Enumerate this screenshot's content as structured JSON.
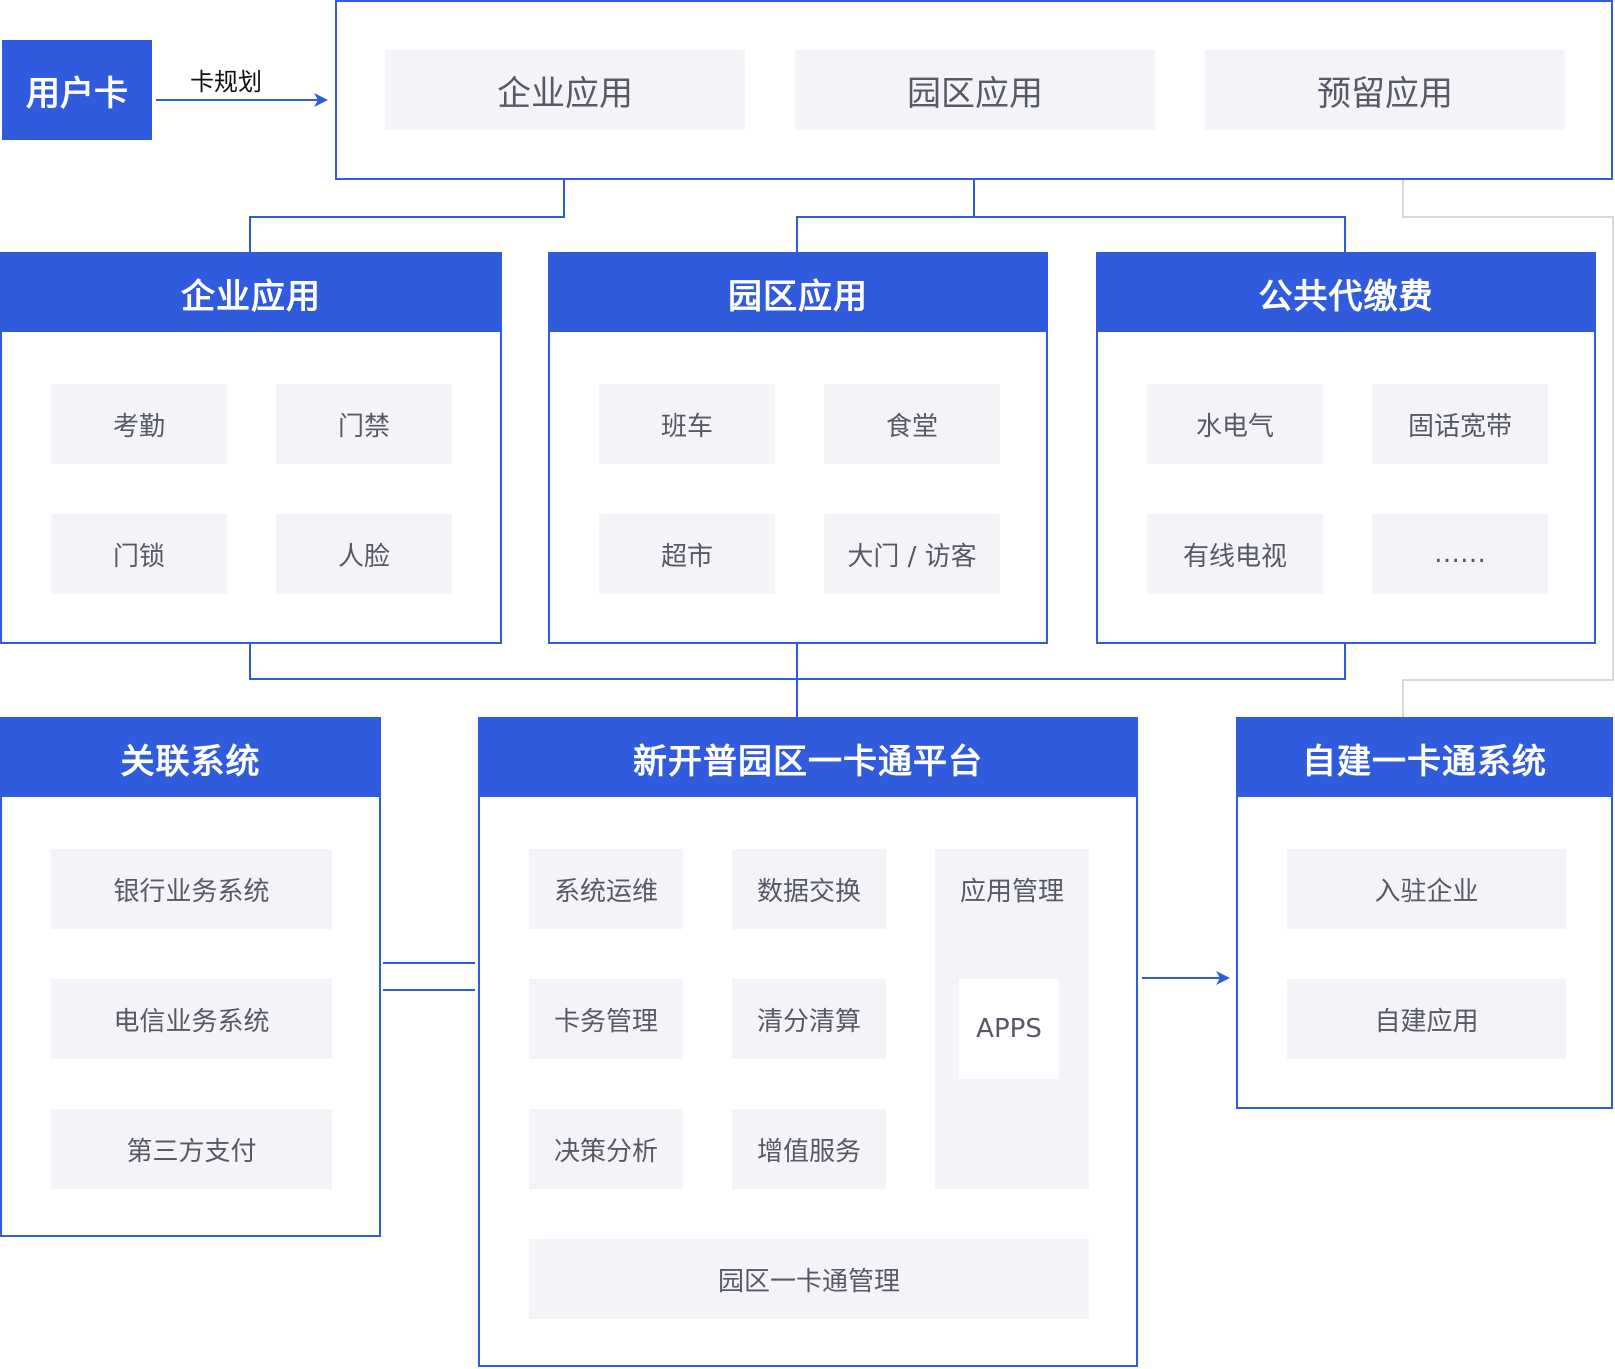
{
  "user_card": "用户卡",
  "plan_label": "卡规划",
  "top_apps": [
    "企业应用",
    "园区应用",
    "预留应用"
  ],
  "enterprise": {
    "title": "企业应用",
    "items": [
      "考勤",
      "门禁",
      "门锁",
      "人脸"
    ]
  },
  "park": {
    "title": "园区应用",
    "items": [
      "班车",
      "食堂",
      "超市",
      "大门 / 访客"
    ]
  },
  "public": {
    "title": "公共代缴费",
    "items": [
      "水电气",
      "固话宽带",
      "有线电视",
      "……"
    ]
  },
  "related": {
    "title": "关联系统",
    "items": [
      "银行业务系统",
      "电信业务系统",
      "第三方支付"
    ]
  },
  "platform": {
    "title": "新开普园区一卡通平台",
    "items": [
      "系统运维",
      "数据交换",
      "卡务管理",
      "清分清算",
      "决策分析",
      "增值服务"
    ],
    "app_mgmt": "应用管理",
    "apps": "APPS",
    "bottom": "园区一卡通管理"
  },
  "self_built": {
    "title": "自建一卡通系统",
    "items": [
      "入驻企业",
      "自建应用"
    ]
  },
  "colors": {
    "primary": "#2f5bdc",
    "chip": "#f4f4f8",
    "connector_gray": "#d8d8d8"
  }
}
